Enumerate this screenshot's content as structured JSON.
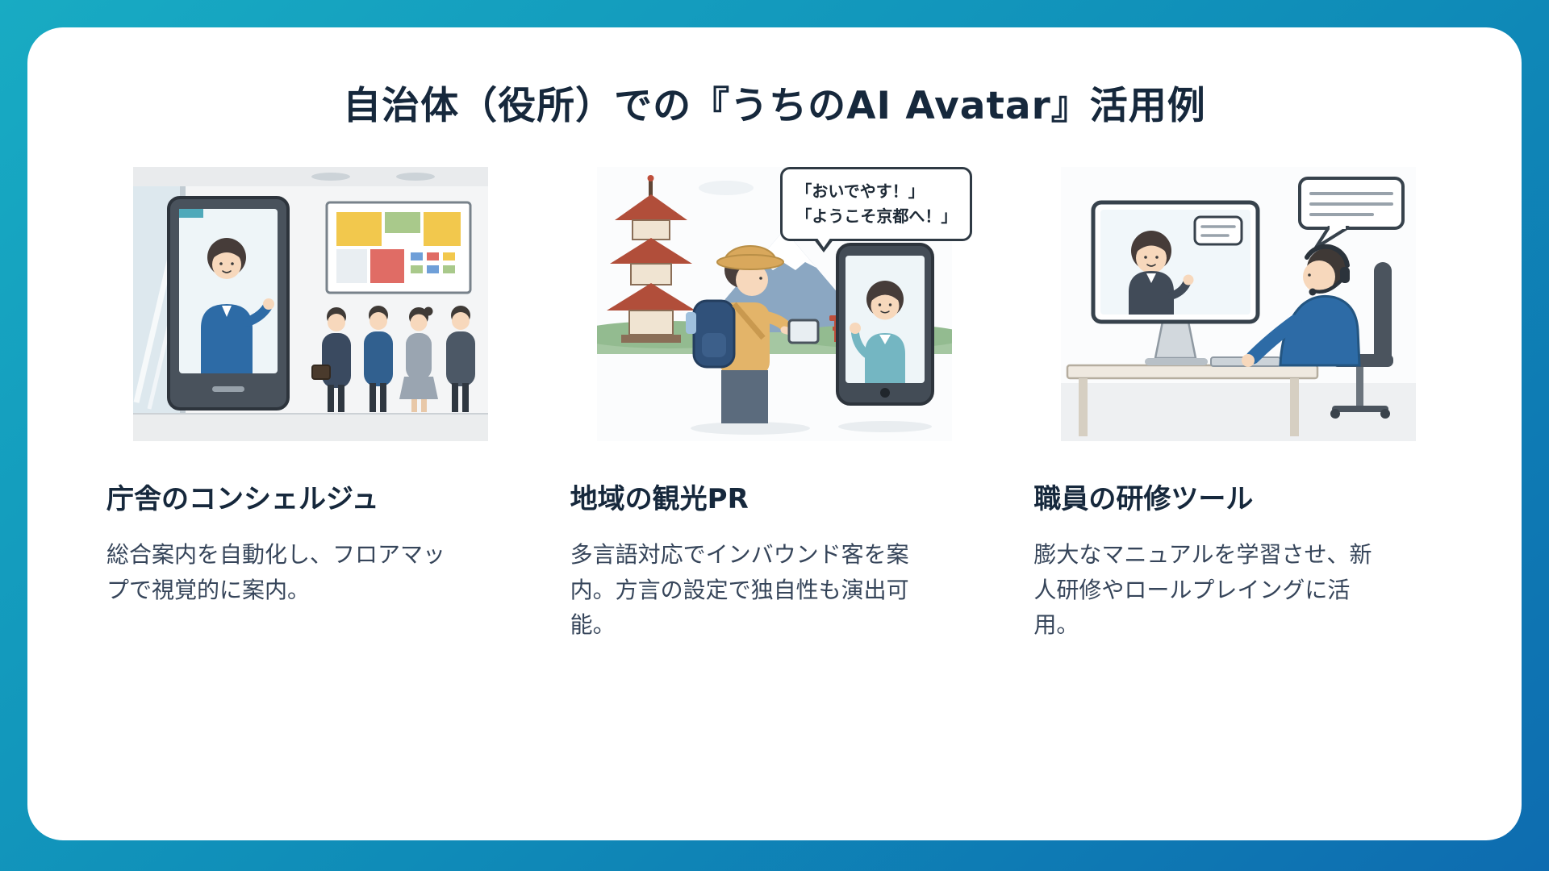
{
  "slide": {
    "title": "自治体（役所）での『うちのAI Avatar』活用例",
    "columns": [
      {
        "id": "concierge",
        "illustration": "kiosk-concierge",
        "heading": "庁舎のコンシェルジュ",
        "body": "総合案内を自動化し、フロアマップで視覚的に案内。"
      },
      {
        "id": "tourism",
        "illustration": "tourist-with-avatar-tablet",
        "heading": "地域の観光PR",
        "body": "多言語対応でインバウンド客を案内。方言の設定で独自性も演出可能。",
        "speech_bubble_line1": "「おいでやす！」",
        "speech_bubble_line2": "「ようこそ京都へ！」"
      },
      {
        "id": "training",
        "illustration": "staff-training-desk",
        "heading": "職員の研修ツール",
        "body": "膨大なマニュアルを学習させ、新人研修やロールプレイングに活用。"
      }
    ]
  },
  "colors": {
    "background_gradient_start": "#18abc3",
    "background_gradient_end": "#0e6cb0",
    "card_background": "#ffffff",
    "title_text": "#16283c",
    "body_text": "#36455a",
    "avatar_suit_blue": "#2d6ba6",
    "avatar_teal_top": "#74b6c2"
  }
}
